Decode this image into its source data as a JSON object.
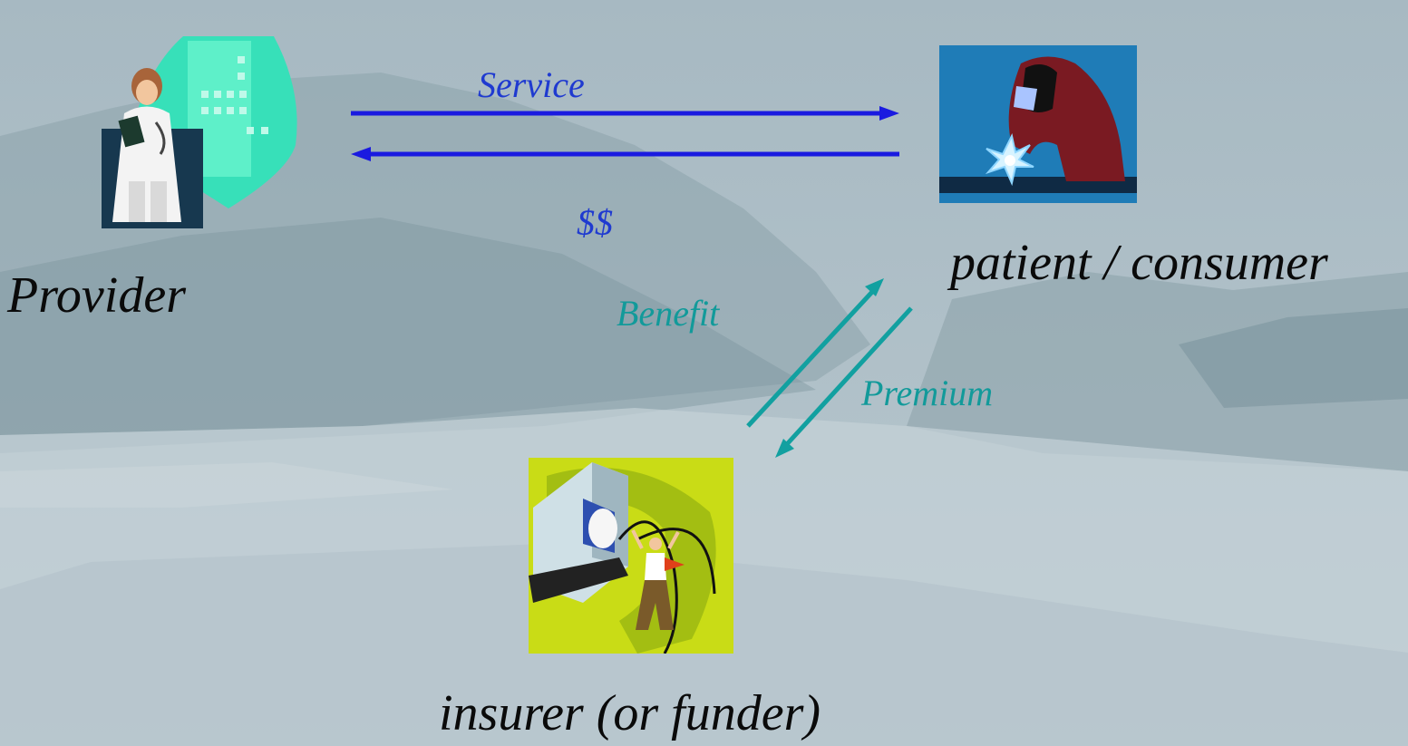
{
  "nodes": {
    "provider": "Provider",
    "patient": "patient / consumer",
    "insurer": "insurer (or funder)"
  },
  "flows": {
    "service": "Service",
    "money": "$$",
    "benefit": "Benefit",
    "premium": "Premium"
  },
  "colors": {
    "blue_arrow": "#1a1ae0",
    "teal_arrow": "#12a0a0",
    "label_text": "#0a0a0a"
  },
  "icons": {
    "provider": "doctor-hospital-clipart-icon",
    "patient": "welder-clipart-icon",
    "insurer": "computer-worker-clipart-icon"
  }
}
